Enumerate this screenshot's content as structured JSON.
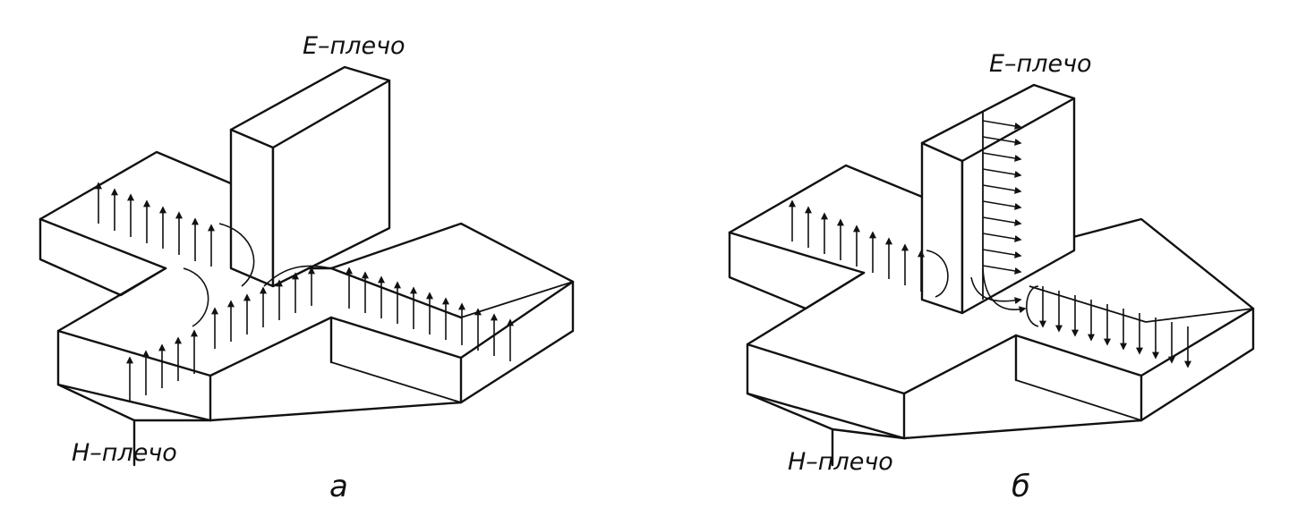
{
  "figure": {
    "left": {
      "e_arm_label": "E–плечо",
      "h_arm_label": "H–плечо",
      "caption": "а"
    },
    "right": {
      "e_arm_label": "E–плечо",
      "h_arm_label": "H–плечо",
      "caption": "б"
    }
  },
  "colors": {
    "ink": "#111111",
    "paper": "#ffffff"
  }
}
